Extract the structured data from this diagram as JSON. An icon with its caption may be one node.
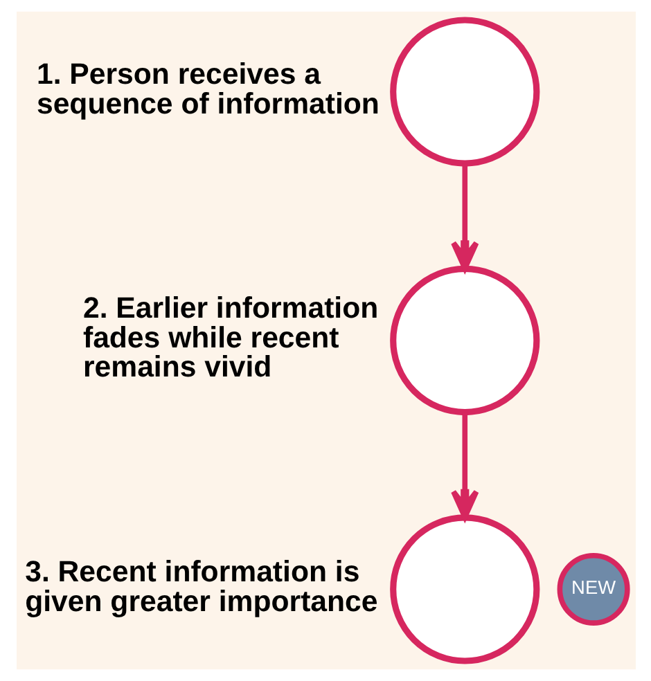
{
  "diagram": {
    "nodes": [
      {
        "text": [],
        "shape": "circle",
        "beside": [
          "1. Person receives a sequence of information"
        ]
      },
      {
        "text": [],
        "shape": "circle",
        "beside": [
          "2. Earlier information fades while recent remains vivid"
        ]
      },
      {
        "text": [],
        "shape": "circle",
        "beside": [
          "3. Recent information is given greater importance"
        ]
      },
      {
        "text": [
          "NEW"
        ]
      }
    ],
    "edges": [
      {
        "from": 0,
        "to": 1,
        "arrow": "to"
      },
      {
        "from": 1,
        "to": 2,
        "arrow": "to"
      }
    ]
  }
}
